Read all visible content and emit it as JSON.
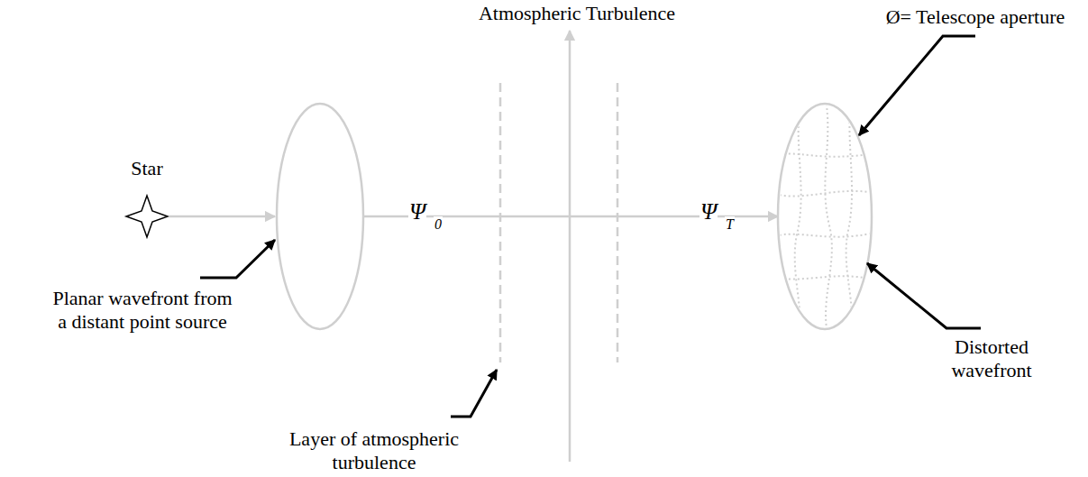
{
  "diagram": {
    "labels": [
      "Atmospheric Turbulence",
      "Ø= Telescope aperture",
      "Star",
      "Ψ",
      "0",
      "Ψ",
      "T",
      "Planar wavefront from a distant point source",
      "Layer of atmospheric turbulence",
      "Distorted wavefront"
    ]
  }
}
